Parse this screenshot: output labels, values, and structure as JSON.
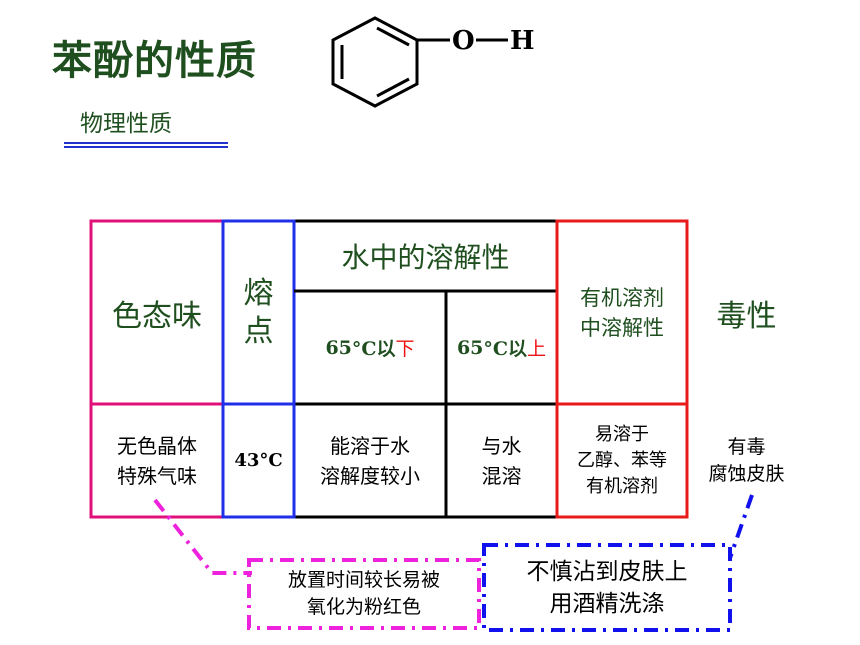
{
  "title": "苯酚的性质",
  "subtitle": "物理性质",
  "structure": {
    "o_label": "O",
    "h_label": "H"
  },
  "table": {
    "col_color": "色态味",
    "col_melting": "熔\n点",
    "col_solubility_water": "水中的溶解性",
    "sub_below_num": "65",
    "sub_below_unit": "°C以",
    "sub_below_word": "下",
    "sub_above_num": "65",
    "sub_above_unit": "°C以",
    "sub_above_word": "上",
    "col_organic": "有机溶剂\n中溶解性",
    "col_toxicity": "毒性",
    "val_color": "无色晶体\n特殊气味",
    "val_melting": "43°C",
    "val_below": "能溶于水\n溶解度较小",
    "val_above": "与水\n混溶",
    "val_organic": "易溶于\n乙醇、苯等\n有机溶剂",
    "val_toxicity": "有毒\n腐蚀皮肤"
  },
  "notes": {
    "oxidation": "放置时间较长易被\n氧化为粉红色",
    "wash": "不慎沾到皮肤上\n用酒精洗涤"
  },
  "colors": {
    "pink": "#e0107a",
    "blue": "#1f2ee8",
    "red": "#e81a1a",
    "black": "#000000",
    "green": "#1f4f1f",
    "magenta": "#ee22dd",
    "dash_blue": "#1111ee"
  }
}
